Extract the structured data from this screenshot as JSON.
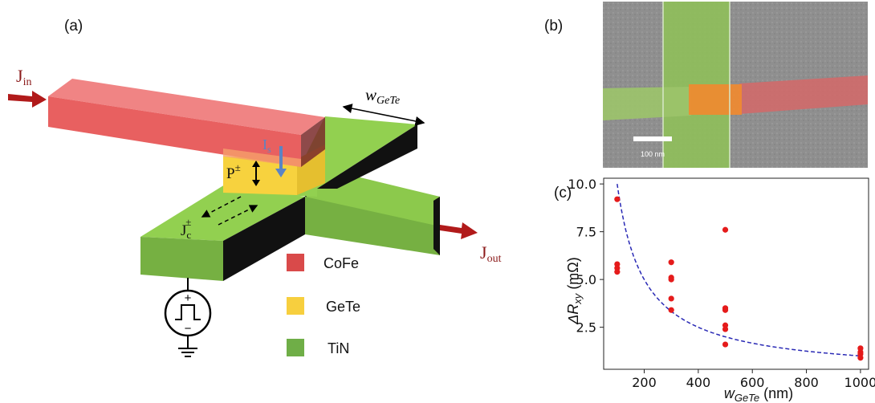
{
  "panels": {
    "a": "(a)",
    "b": "(b)",
    "c": "(c)"
  },
  "device": {
    "j_in": {
      "main": "J",
      "sub": "in"
    },
    "j_out": {
      "main": "J",
      "sub": "out"
    },
    "w_label": {
      "main": "w",
      "sub": "GeTe"
    },
    "is_label": {
      "main": "I",
      "sub": "s"
    },
    "p_label": {
      "main": "P",
      "sup": "±"
    },
    "jc_label": {
      "main": "J",
      "sub": "c",
      "sup": "±"
    },
    "source_plus": "+",
    "source_minus": "−"
  },
  "legend": [
    {
      "label": "CoFe",
      "color": "#d94a4a"
    },
    {
      "label": "GeTe",
      "color": "#f7cf3e"
    },
    {
      "label": "TiN",
      "color": "#6fae47"
    }
  ],
  "colors": {
    "cofe_front": "#e86060",
    "cofe_top": "#f08080",
    "tin_top": "#92d050",
    "tin_front": "#76b042",
    "tin_side": "#111111",
    "gete": "#f7d23e",
    "arrow": "#b11a1a",
    "is_arrow": "#5b84c4"
  },
  "sem": {
    "scale_bar": "100 nm"
  },
  "chart_data": {
    "type": "scatter",
    "xlabel": {
      "main": "w",
      "sub": "GeTe",
      "unit": " (nm)"
    },
    "ylabel": {
      "main": "ΔR",
      "sub": "xy",
      "unit": " (mΩ)"
    },
    "xlim": [
      50,
      1030
    ],
    "ylim": [
      0.3,
      10.3
    ],
    "xticks": [
      200,
      400,
      600,
      800,
      1000
    ],
    "yticks": [
      2.5,
      5.0,
      7.5,
      10.0
    ],
    "xtick_labels": [
      "200",
      "400",
      "600",
      "800",
      "1000"
    ],
    "ytick_labels": [
      "2.5",
      "5.0",
      "7.5",
      "10.0"
    ],
    "point_color": "#e51b1b",
    "fit_color": "#2a2ab5",
    "points": [
      [
        100,
        9.2
      ],
      [
        100,
        5.8
      ],
      [
        100,
        5.6
      ],
      [
        100,
        5.4
      ],
      [
        300,
        5.9
      ],
      [
        300,
        5.1
      ],
      [
        300,
        5.0
      ],
      [
        300,
        4.0
      ],
      [
        300,
        3.4
      ],
      [
        500,
        7.6
      ],
      [
        500,
        3.5
      ],
      [
        500,
        3.4
      ],
      [
        500,
        2.6
      ],
      [
        500,
        2.4
      ],
      [
        500,
        1.6
      ],
      [
        1000,
        1.4
      ],
      [
        1000,
        1.2
      ],
      [
        1000,
        1.1
      ],
      [
        1000,
        0.9
      ]
    ],
    "fit": {
      "form": "a/x",
      "a": 1000,
      "x_start": 100,
      "x_end": 1000,
      "style": "dashed"
    }
  }
}
